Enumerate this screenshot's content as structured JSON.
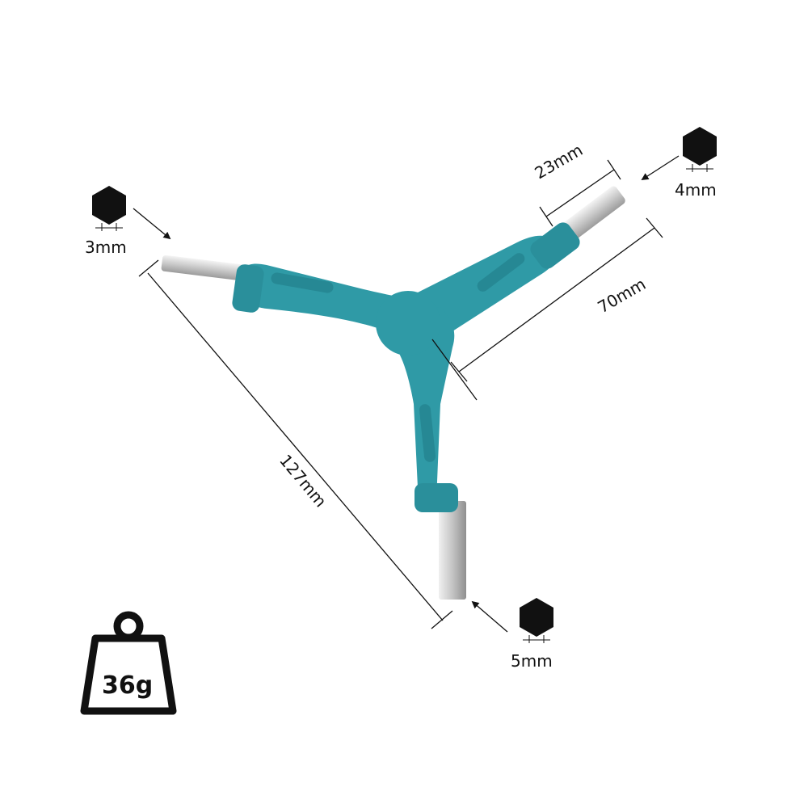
{
  "colors": {
    "handle": "#2f9aa6",
    "handle_dark": "#1f7a85",
    "steel": "#d8d8d8",
    "ink": "#111111"
  },
  "hex_sizes": {
    "three": "3mm",
    "four": "4mm",
    "five": "5mm"
  },
  "dimensions": {
    "tip_length": "23mm",
    "arm_length": "70mm",
    "overall_length": "127mm"
  },
  "weight": "36g",
  "icons": [
    "hex-icon",
    "weight-icon",
    "arrow-icon"
  ]
}
